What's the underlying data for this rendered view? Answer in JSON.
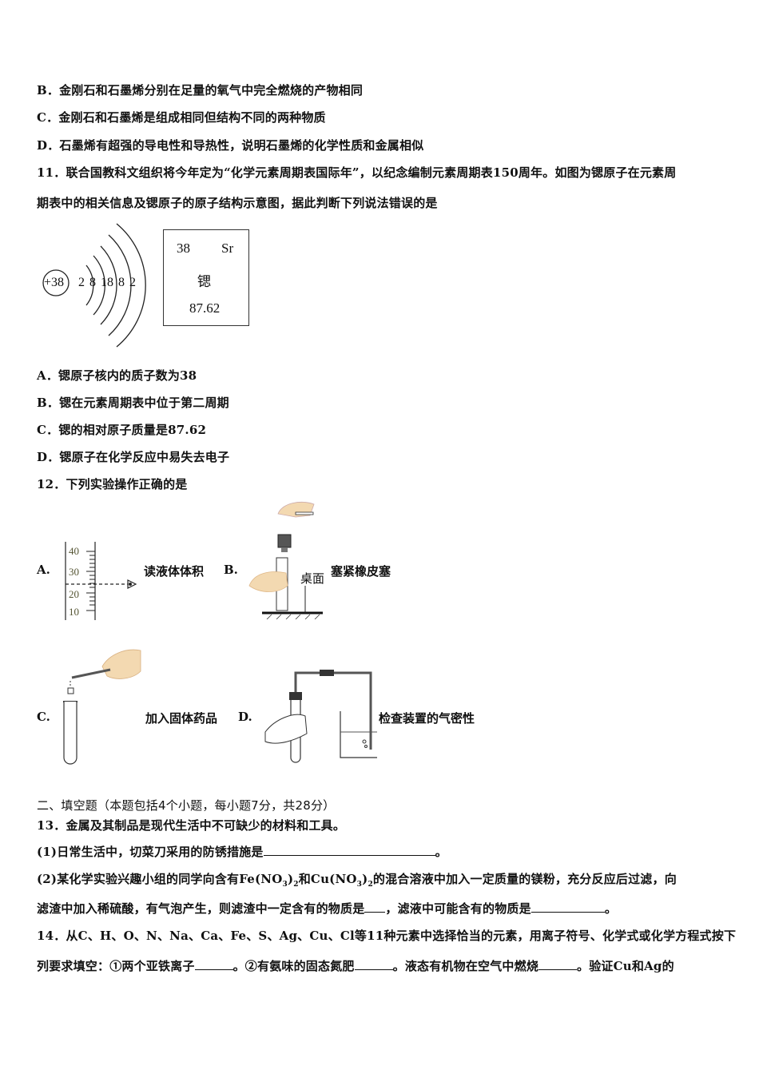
{
  "q10_options": {
    "B": "B．金刚石和石墨烯分别在足量的氧气中完全燃烧的产物相同",
    "C": "C．金刚石和石墨烯是组成相同但结构不同的两种物质",
    "D": "D．石墨烯有超强的导电性和导热性，说明石墨烯的化学性质和金属相似"
  },
  "q11": {
    "line1": "11．联合国教科文组织将今年定为“化学元素周期表国际年”，以纪念编制元素周期表150周年。如图为锶原子在元素周",
    "line2": "期表中的相关信息及锶原子的原子结构示意图，据此判断下列说法错误的是",
    "atom": {
      "nucleus": "+38",
      "shells": [
        "2",
        "8",
        "18",
        "8",
        "2"
      ]
    },
    "element_card": {
      "number": "38",
      "symbol": "Sr",
      "name": "锶",
      "mass": "87.62"
    },
    "options": {
      "A": "A．锶原子核内的质子数为38",
      "B": "B．锶在元素周期表中位于第二周期",
      "C": "C．锶的相对原子质量是87.62",
      "D": "D．锶原子在化学反应中易失去电子"
    }
  },
  "q12": {
    "stem": "12．下列实验操作正确的是",
    "A": {
      "letter": "A.",
      "caption": "读液体体积",
      "ticks": [
        "40",
        "30",
        "20",
        "10"
      ]
    },
    "B": {
      "letter": "B.",
      "caption": "塞紧橡皮塞",
      "desk_label": "桌面"
    },
    "C": {
      "letter": "C.",
      "caption": "加入固体药品"
    },
    "D": {
      "letter": "D.",
      "caption": "检查装置的气密性"
    }
  },
  "section2": {
    "heading": "二、填空题（本题包括4个小题，每小题7分，共28分）",
    "q13": {
      "stem": "13．金属及其制品是现代生活中不可缺少的材料和工具。",
      "p1": "(1)日常生活中，切菜刀采用的防锈措施是",
      "p2a": "(2)某化学实验兴趣小组的同学向含有Fe(NO",
      "p2b": ")",
      "p2c": "和Cu(NO",
      "p2d": ")",
      "p2e": "的混合溶液中加入一定质量的镁粉，充分反应后过滤，向",
      "sub3": "3",
      "sub2": "2",
      "p3a": "滤渣中加入稀硫酸，有气泡产生，则滤渣中一定含有的物质是",
      "p3b": "，滤液中可能含有的物质是",
      "period": "。"
    },
    "q14": {
      "line1": "14．从C、H、O、N、Na、Ca、Fe、S、Ag、Cu、Cl等11种元素中选择恰当的元素，用离子符号、化学式或化学方程式按下",
      "l2a": "列要求填空：①两个亚铁离子",
      "l2b": "。②有氨味的固态氮肥",
      "l2c": "。液态有机物在空气中燃烧",
      "l2d": "。验证Cu和Ag的"
    }
  }
}
